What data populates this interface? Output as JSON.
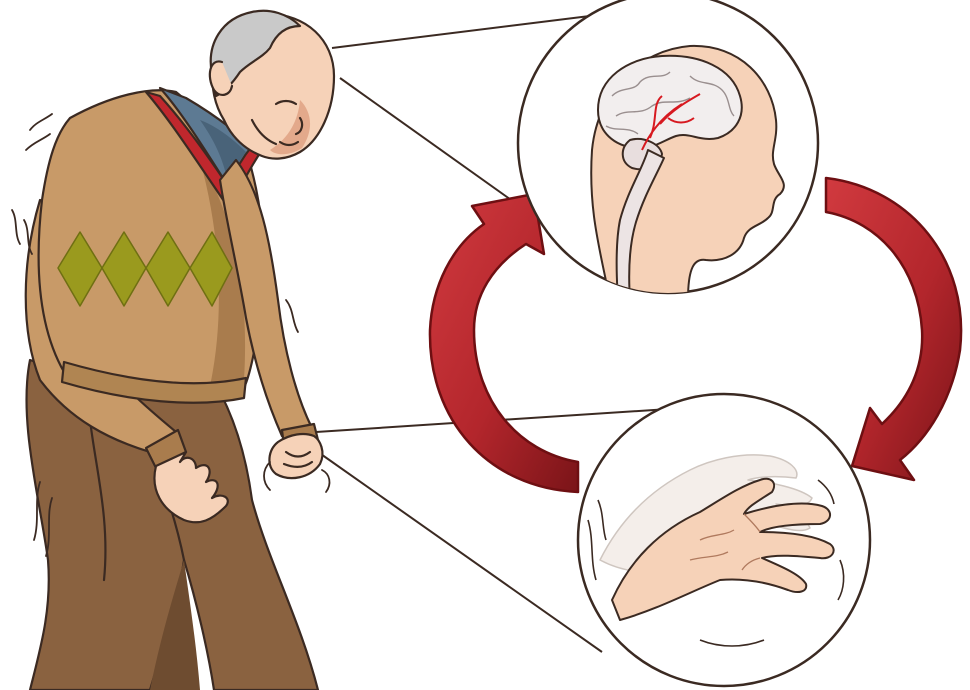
{
  "illustration": {
    "subject": "elderly-man-tremor",
    "insets": [
      "brain-inset",
      "hand-tremor-inset"
    ],
    "cycle_arrows": [
      "arrow-brain-to-hand",
      "arrow-hand-to-brain"
    ]
  },
  "colors": {
    "background": "#ffffff",
    "outline": "#3b2a22",
    "skin": "#f6d2b8",
    "skin_shadow": "#e3a98b",
    "hair": "#c9c9c9",
    "sweater": "#c89a68",
    "sweater_shadow": "#a97c4d",
    "argyle": "#9a9a1e",
    "collar_red": "#c0272d",
    "shirt": "#5d7a93",
    "trousers": "#8a6240",
    "trousers_shadow": "#6e4c30",
    "brain": "#f2eeee",
    "brain_vessel": "#d71920",
    "arrow_fill": "#b3262c",
    "arrow_edge": "#6e0f12"
  }
}
